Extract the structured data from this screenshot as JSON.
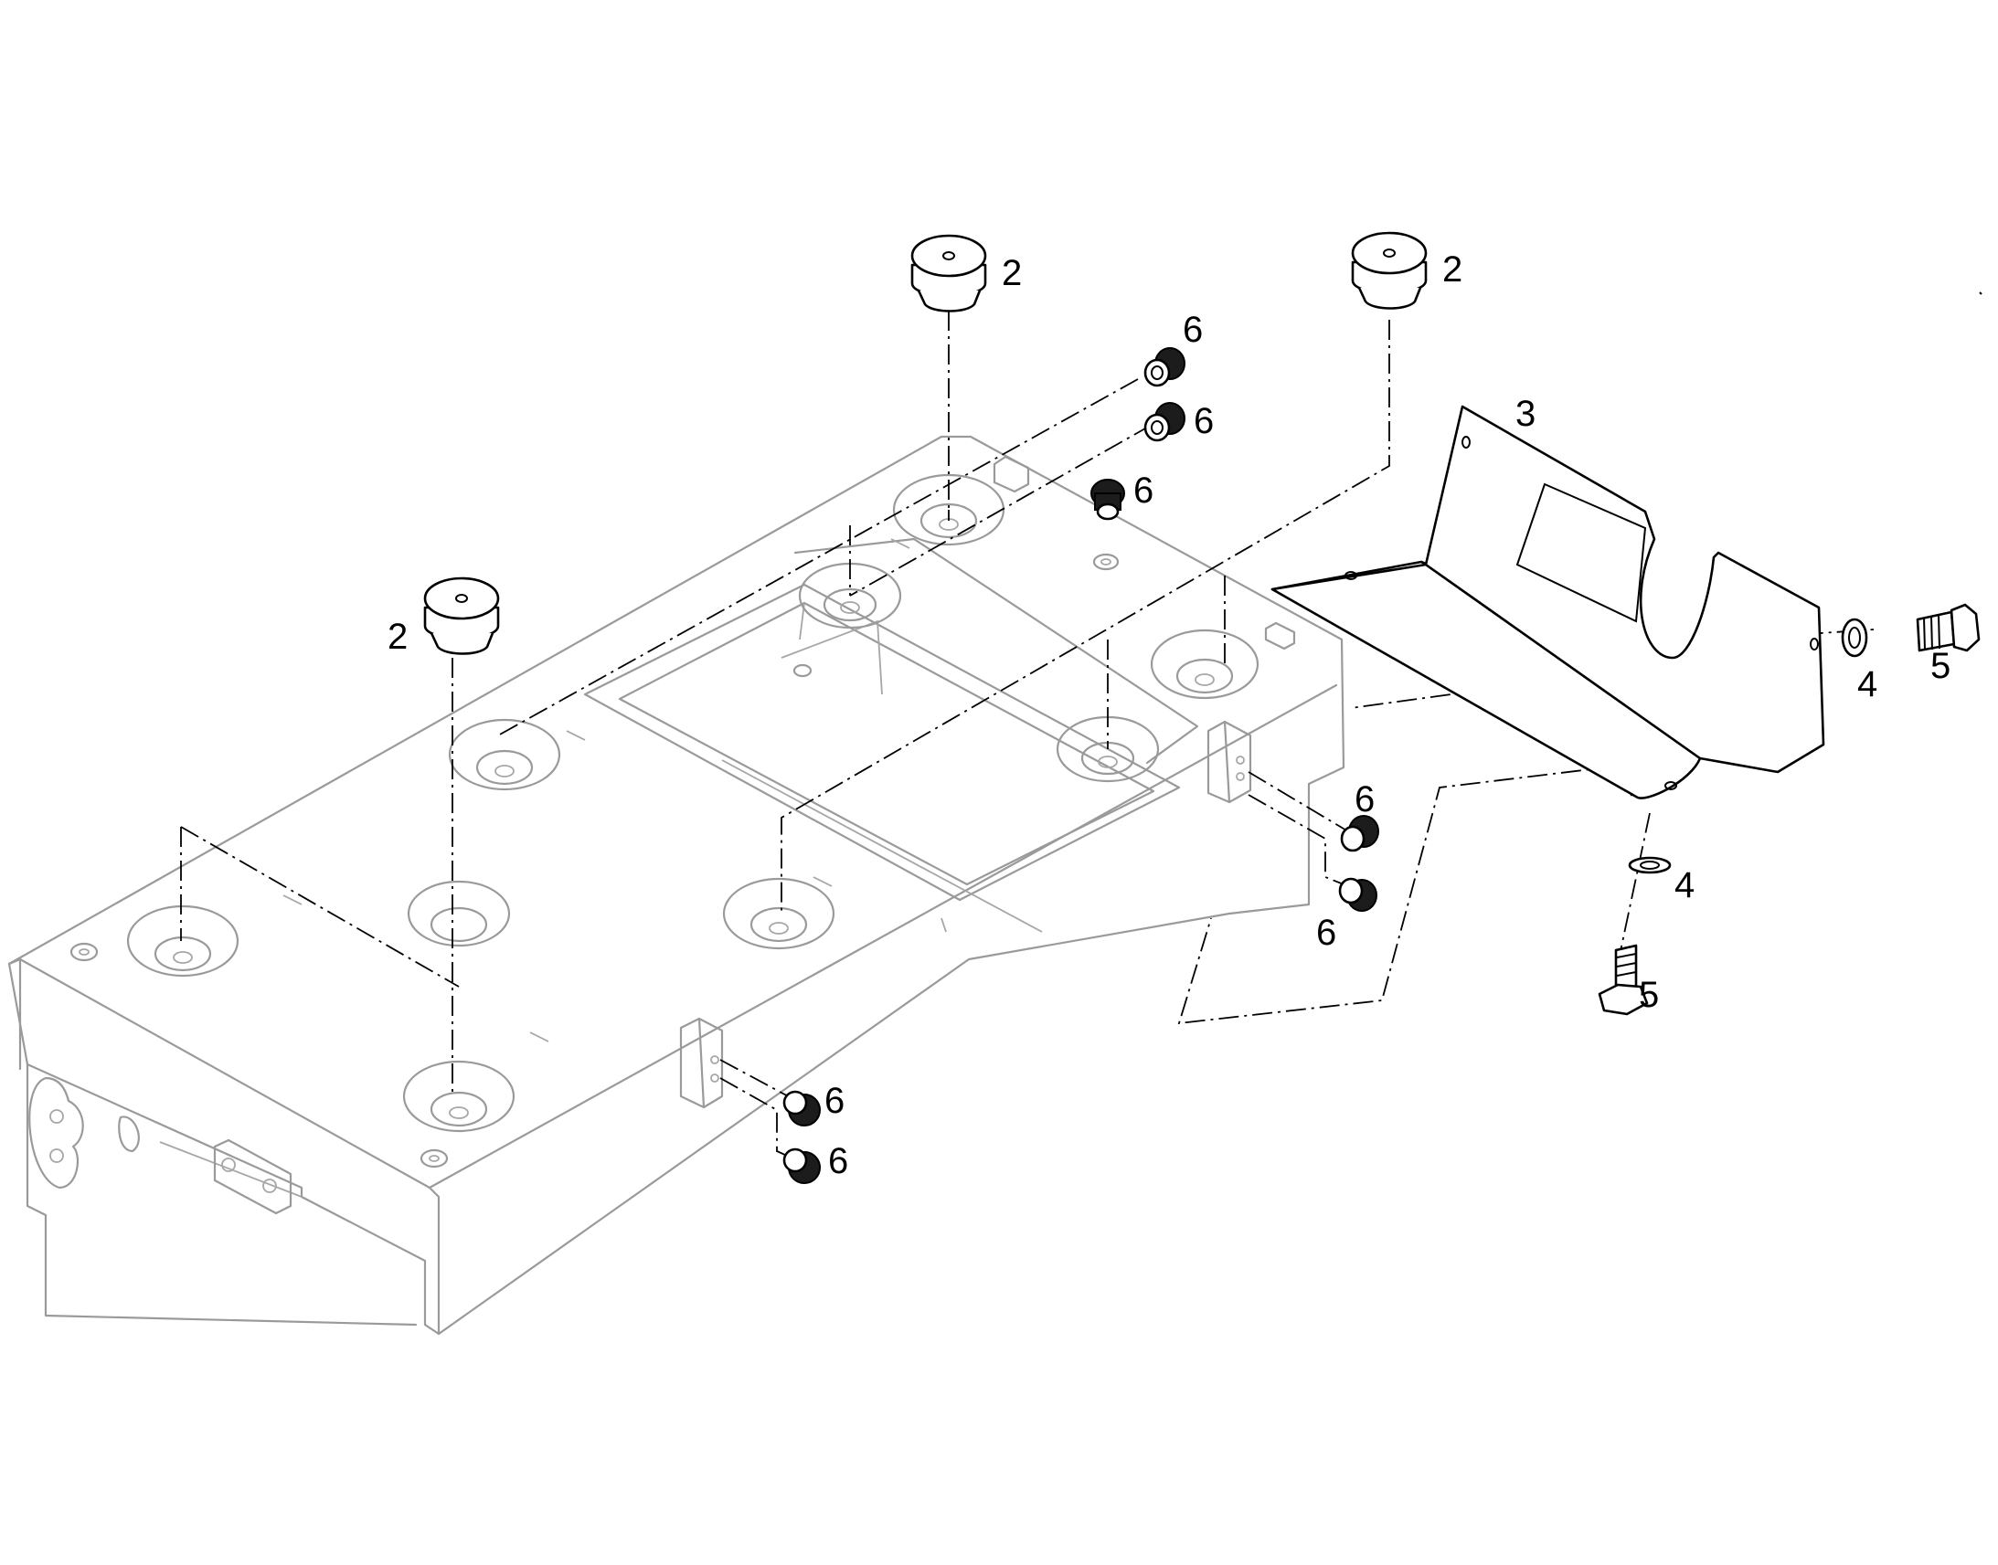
{
  "diagram": {
    "type": "exploded parts diagram",
    "callouts": [
      {
        "id": "c2a",
        "label": "2"
      },
      {
        "id": "c2b",
        "label": "2"
      },
      {
        "id": "c2c",
        "label": "2"
      },
      {
        "id": "c3",
        "label": "3"
      },
      {
        "id": "c4a",
        "label": "4"
      },
      {
        "id": "c4b",
        "label": "4"
      },
      {
        "id": "c5a",
        "label": "5"
      },
      {
        "id": "c5b",
        "label": "5"
      },
      {
        "id": "c6a",
        "label": "6"
      },
      {
        "id": "c6b",
        "label": "6"
      },
      {
        "id": "c6c",
        "label": "6"
      },
      {
        "id": "c6d",
        "label": "6"
      },
      {
        "id": "c6e",
        "label": "6"
      },
      {
        "id": "c6f",
        "label": "6"
      },
      {
        "id": "c6g",
        "label": "6"
      }
    ]
  }
}
